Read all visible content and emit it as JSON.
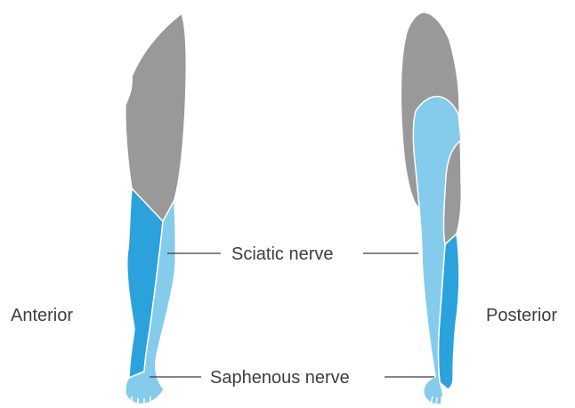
{
  "views": {
    "anterior_label": "Anterior",
    "posterior_label": "Posterior"
  },
  "callouts": {
    "sciatic_label": "Sciatic nerve",
    "saphenous_label": "Saphenous nerve"
  },
  "colors": {
    "unaffected_region": "#999999",
    "sciatic_region": "#2ca2dc",
    "saphenous_region": "#84cbec",
    "outline": "#ffffff",
    "text": "#3d3d3d",
    "leader_line": "#3d3d3d"
  }
}
